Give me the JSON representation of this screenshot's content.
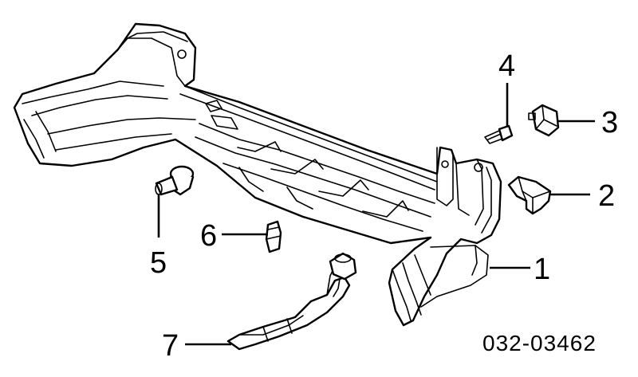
{
  "diagram": {
    "catalog_code": "032-03462",
    "callouts": [
      {
        "id": "1",
        "label": "1"
      },
      {
        "id": "2",
        "label": "2"
      },
      {
        "id": "3",
        "label": "3"
      },
      {
        "id": "4",
        "label": "4"
      },
      {
        "id": "5",
        "label": "5"
      },
      {
        "id": "6",
        "label": "6"
      },
      {
        "id": "7",
        "label": "7"
      }
    ]
  }
}
